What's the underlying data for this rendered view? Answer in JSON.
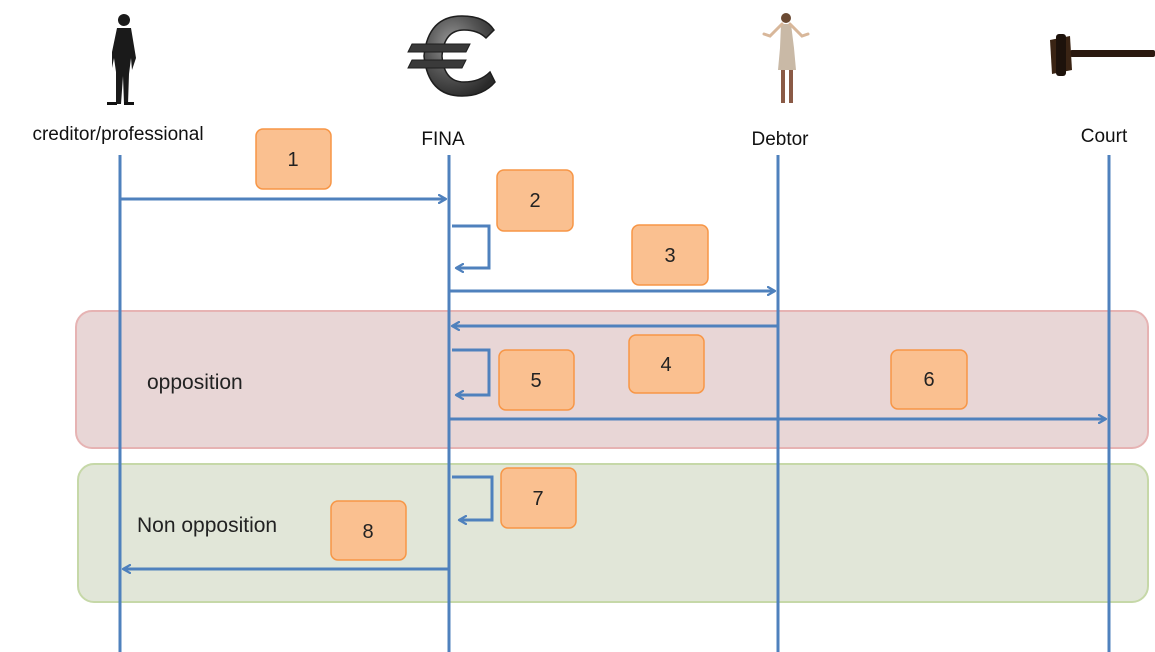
{
  "actors": [
    {
      "id": "creditor",
      "label": "creditor/professional",
      "icon": "businesswoman-icon"
    },
    {
      "id": "fina",
      "label": "FINA",
      "icon": "euro-sign-icon"
    },
    {
      "id": "debtor",
      "label": "Debtor",
      "icon": "shrugging-woman-icon"
    },
    {
      "id": "court",
      "label": "Court",
      "icon": "gavel-icon"
    }
  ],
  "groups": [
    {
      "id": "opposition",
      "label": "opposition",
      "fill": "#e8d6d6",
      "stroke": "#e6b3b3"
    },
    {
      "id": "non-opposition",
      "label": "Non opposition",
      "fill": "#e1e6d8",
      "stroke": "#c6d8a8"
    }
  ],
  "steps": [
    {
      "number": "1",
      "from": "creditor",
      "to": "fina",
      "kind": "arrow"
    },
    {
      "number": "2",
      "from": "fina",
      "to": "fina",
      "kind": "self"
    },
    {
      "number": "3",
      "from": "fina",
      "to": "debtor",
      "kind": "arrow"
    },
    {
      "number": "4",
      "from": "debtor",
      "to": "fina",
      "kind": "arrow"
    },
    {
      "number": "5",
      "from": "fina",
      "to": "fina",
      "kind": "self"
    },
    {
      "number": "6",
      "from": "fina",
      "to": "court",
      "kind": "arrow"
    },
    {
      "number": "7",
      "from": "fina",
      "to": "fina",
      "kind": "self"
    },
    {
      "number": "8",
      "from": "fina",
      "to": "creditor",
      "kind": "arrow"
    }
  ],
  "colors": {
    "line": "#4f81bd",
    "step_fill": "#fac090",
    "step_stroke": "#f79646"
  }
}
